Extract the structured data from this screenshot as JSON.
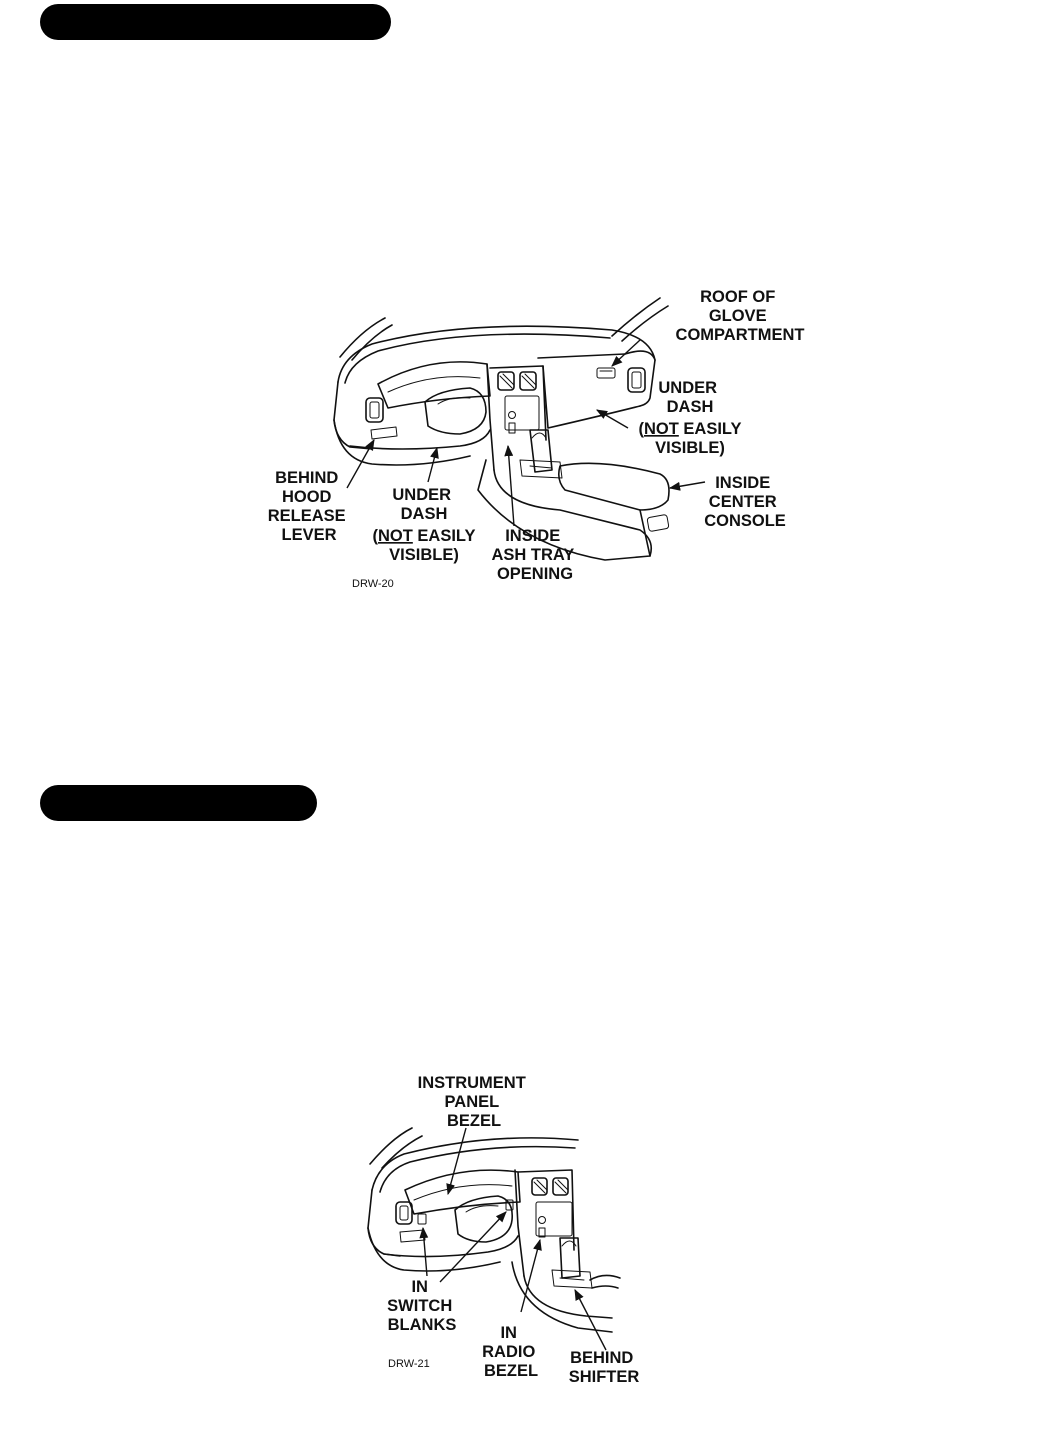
{
  "figure1": {
    "code": "DRW-20",
    "labels": {
      "roof_glove": [
        "ROOF OF",
        "GLOVE",
        "COMPARTMENT"
      ],
      "under_dash_right": [
        "UNDER",
        "DASH"
      ],
      "not_easily_right_not": "NOT",
      "not_easily_right_rest": " EASILY",
      "visible_right": "VISIBLE)",
      "inside_console": [
        "INSIDE",
        "CENTER",
        "CONSOLE"
      ],
      "behind_hood": [
        "BEHIND",
        "HOOD",
        "RELEASE",
        "LEVER"
      ],
      "under_dash_left": [
        "UNDER",
        "DASH"
      ],
      "not_easily_left_not": "NOT",
      "not_easily_left_rest": " EASILY",
      "visible_left": "VISIBLE)",
      "inside_ash": [
        "INSIDE",
        "ASH TRAY",
        "OPENING"
      ]
    }
  },
  "figure2": {
    "code": "DRW-21",
    "labels": {
      "instrument_panel": [
        "INSTRUMENT",
        "PANEL",
        "BEZEL"
      ],
      "in_switch": [
        "IN",
        "SWITCH",
        "BLANKS"
      ],
      "in_radio": [
        "IN",
        "RADIO",
        "BEZEL"
      ],
      "behind_shifter": [
        "BEHIND",
        "SHIFTER"
      ]
    }
  }
}
